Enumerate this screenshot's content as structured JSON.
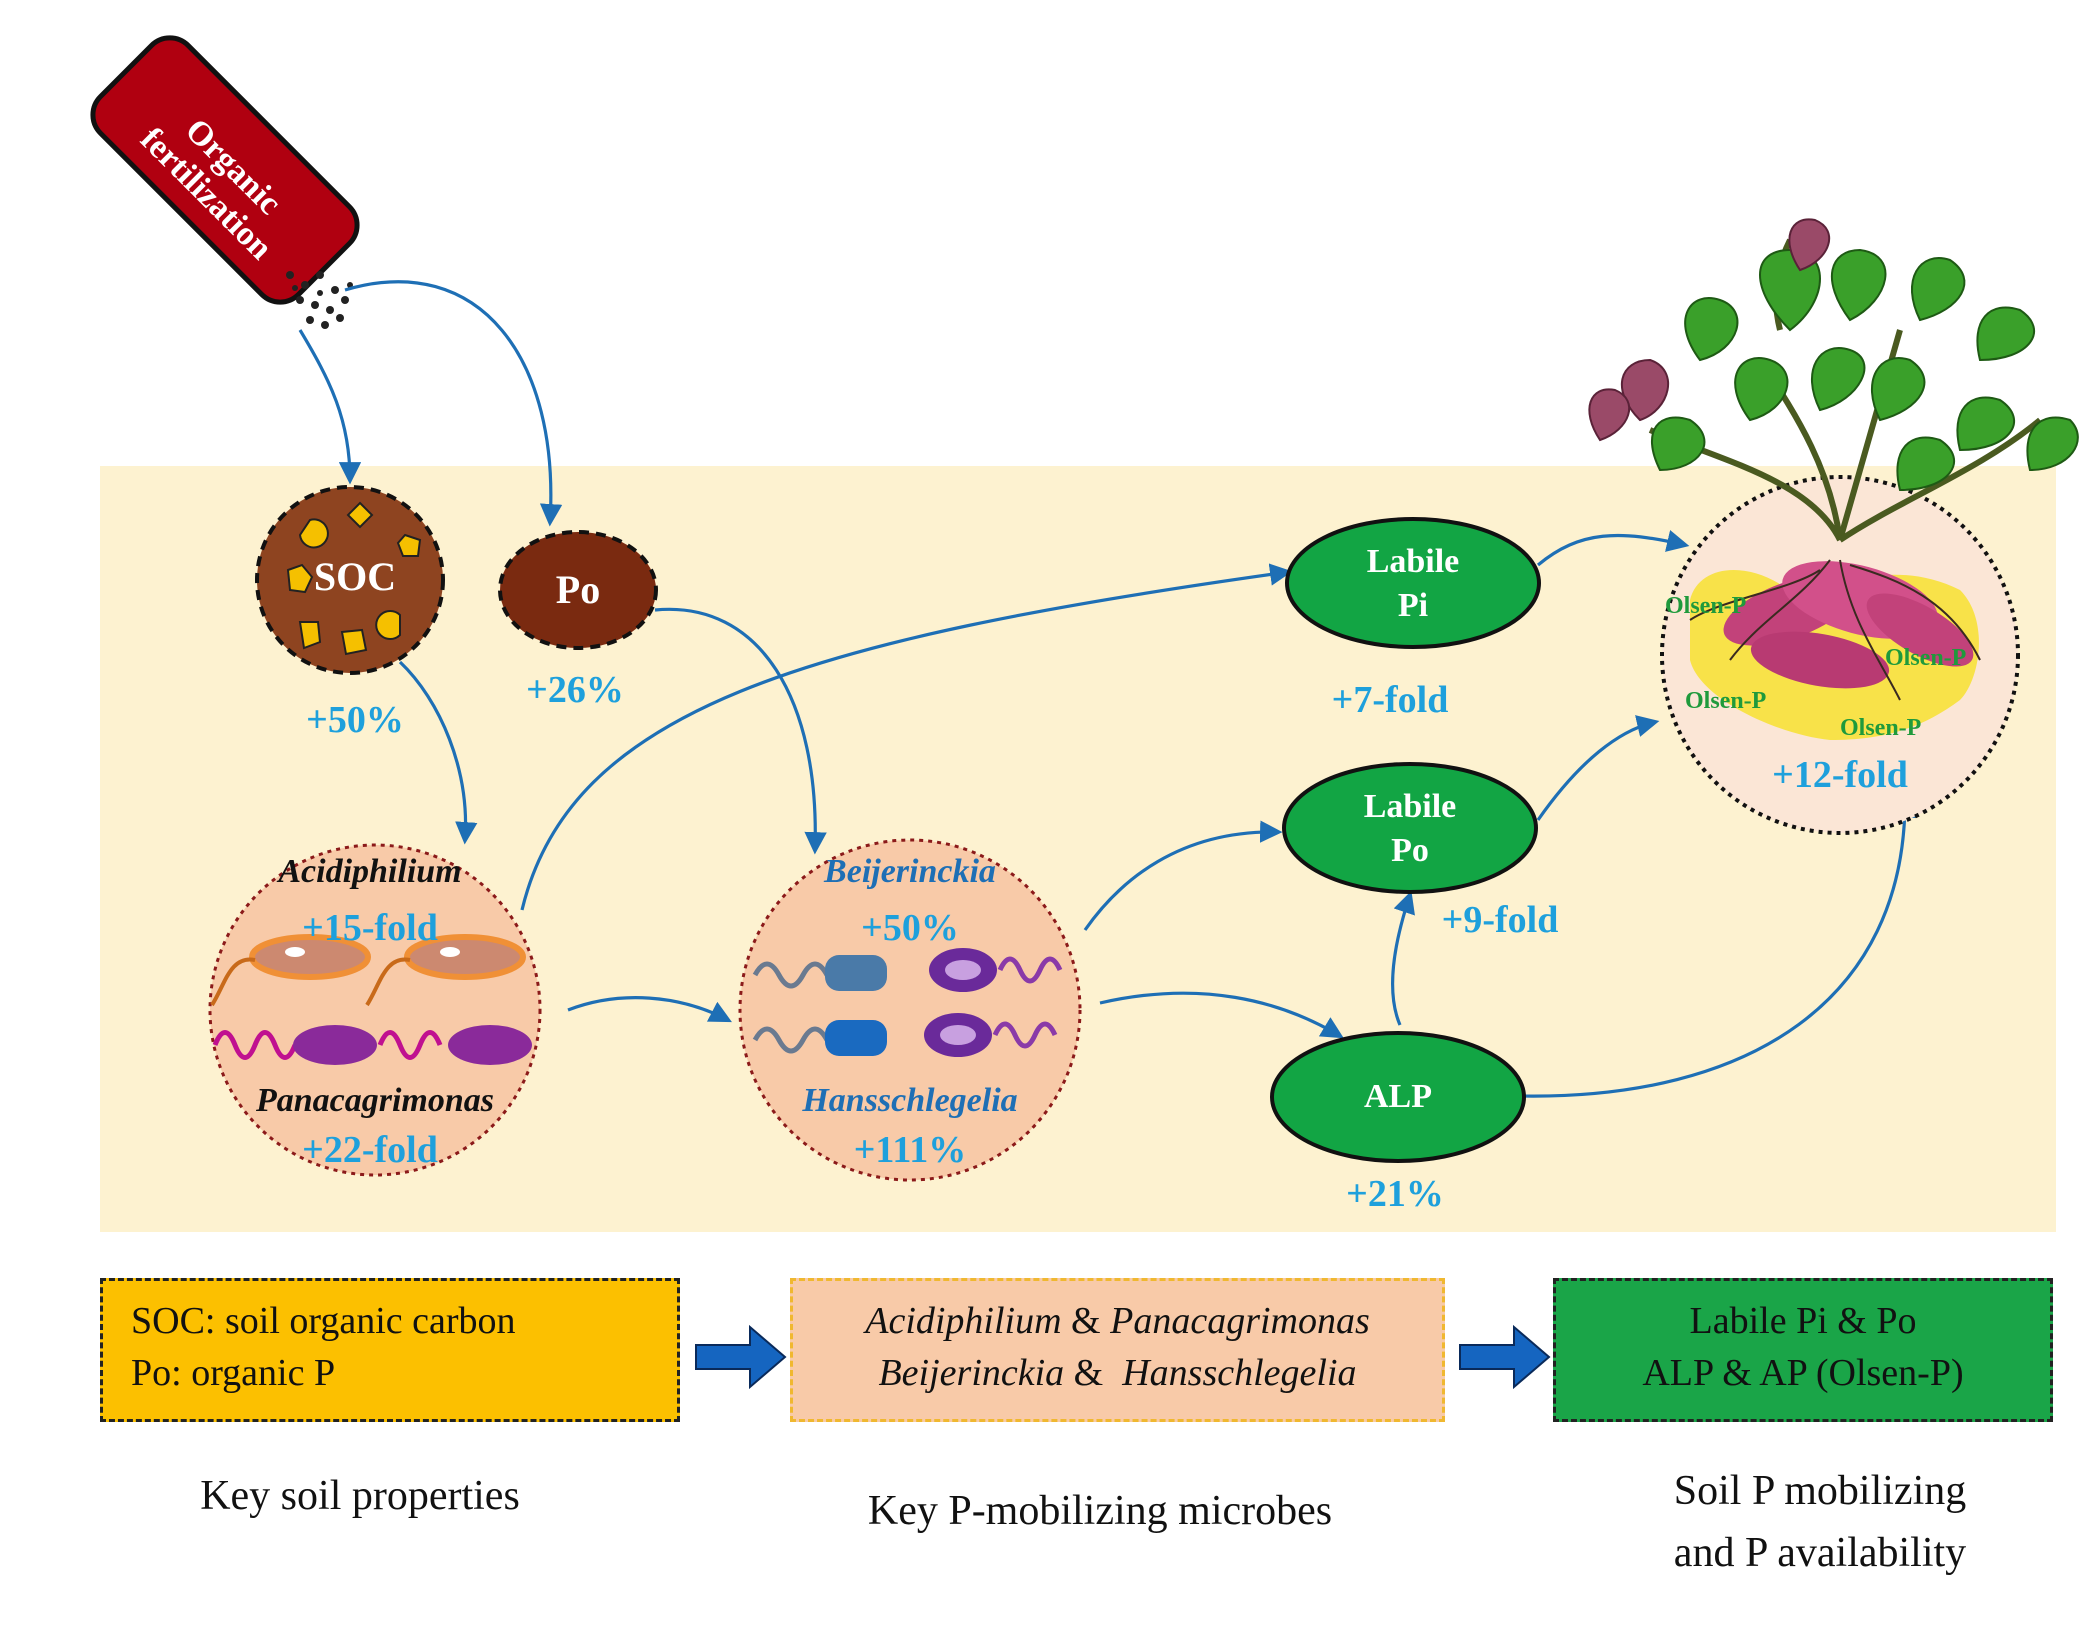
{
  "fertilizer": {
    "label_line1": "Organic",
    "label_line2": "fertilization"
  },
  "nodes": {
    "soc": {
      "label": "SOC",
      "change": "+50%"
    },
    "po": {
      "label": "Po",
      "change": "+26%"
    },
    "labile_pi": {
      "line1": "Labile",
      "line2": "Pi",
      "change": "+7-fold"
    },
    "labile_po": {
      "line1": "Labile",
      "line2": "Po",
      "change": "+9-fold"
    },
    "alp": {
      "label": "ALP",
      "change": "+21%"
    },
    "olsen_p": {
      "change": "+12-fold",
      "labels": [
        "Olsen-P",
        "Olsen-P",
        "Olsen-P",
        "Olsen-P"
      ]
    }
  },
  "microbes": {
    "group1": {
      "top": "Acidiphilium",
      "top_change": "+15-fold",
      "bottom": "Panacagrimonas",
      "bottom_change": "+22-fold"
    },
    "group2": {
      "top": "Beijerinckia",
      "top_change": "+50%",
      "bottom": "Hansschlegelia",
      "bottom_change": "+111%"
    }
  },
  "legend": {
    "box1": {
      "line1": "SOC: soil organic carbon",
      "line2": "Po: organic P"
    },
    "box2": {
      "line1_a": "Acidiphilium",
      "line1_amp": " & ",
      "line1_b": "Panacagrimonas",
      "line2_a": "Beijerinckia",
      "line2_amp": " &  ",
      "line2_b": "Hansschlegelia"
    },
    "box3": {
      "line1": "Labile Pi & Po",
      "line2": "ALP & AP (Olsen-P)"
    }
  },
  "captions": {
    "c1": "Key soil properties",
    "c2": "Key P-mobilizing microbes",
    "c3_line1": "Soil P mobilizing",
    "c3_line2": "and P availability"
  },
  "colors": {
    "panel": "#fdf2d0",
    "arrow": "#1e6fb5",
    "pct_text": "#1ea0dc",
    "soc_fill": "#8e4420",
    "po_fill": "#7a2a10",
    "green_node": "#12a544",
    "fertilizer_red": "#b00010",
    "legend1": "#fcc000",
    "legend2": "#f8caa8",
    "legend3": "#1aa548",
    "microbe_circle": "#f8caa8"
  }
}
